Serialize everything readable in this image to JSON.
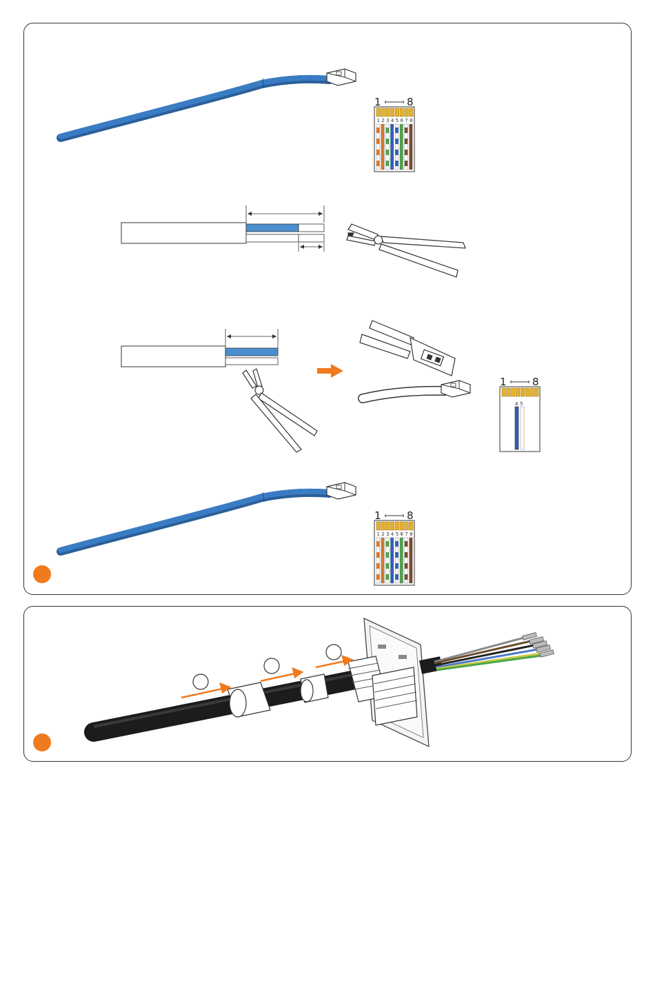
{
  "colors": {
    "accent": "#f07a1e",
    "cable_blue": "#3a7cc4",
    "pin_gold": "#e8b12a",
    "orange_wire": "#d9772b",
    "green_wire": "#4aa54a",
    "blue_wire": "#2f5fb8",
    "brown_wire": "#7a4a2a",
    "black_cable": "#1c1c1c"
  },
  "connector_label": {
    "left": "1",
    "right": "8",
    "pins": [
      "1",
      "2",
      "3",
      "4",
      "5",
      "6",
      "7",
      "8"
    ]
  },
  "partial_pins": [
    "4",
    "5"
  ],
  "icons": [
    "blue-network-cable",
    "rj45-plug",
    "crimping-pliers",
    "cable-stripper",
    "crimp-tool",
    "cable-gland",
    "mounting-plate",
    "orange-arrow"
  ]
}
